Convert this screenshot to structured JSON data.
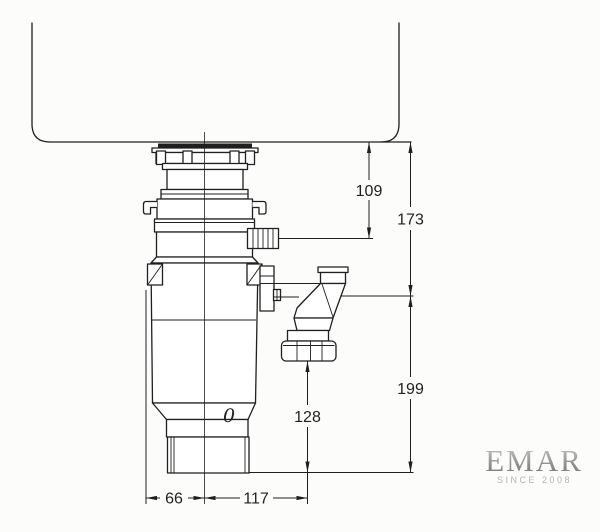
{
  "drawing": {
    "marking": "0",
    "dimensions": {
      "sink_to_dishwasher_inlet": "109",
      "sink_to_drain_outlet": "173",
      "drain_outlet_to_bottom": "199",
      "trap_nut_to_bottom": "128",
      "center_to_left_edge": "66",
      "center_to_trap_center": "117"
    },
    "colors": {
      "line": "#1f1f1f",
      "background": "#fcfcfa"
    }
  },
  "logo": {
    "name": "EMAR",
    "tagline": "SINCE 2008",
    "gradient_top": "#cfcfcf",
    "gradient_mid": "#9a9a9a",
    "gradient_bottom": "#6f6f6f",
    "tagline_color": "#b4b4b4"
  }
}
